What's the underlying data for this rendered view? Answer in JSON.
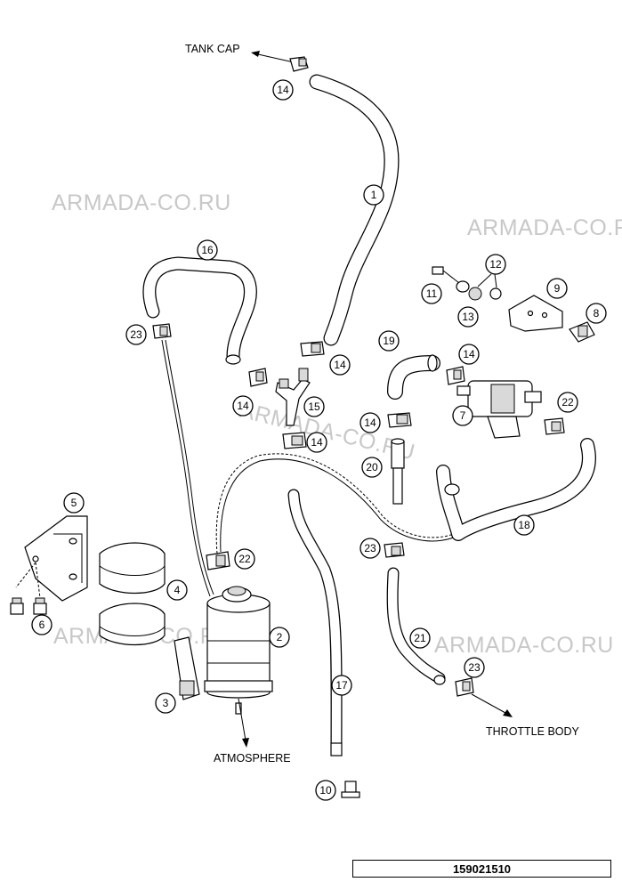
{
  "watermarks": [
    "ARMADA-CO.RU",
    "ARMADA-CO.RU",
    "ARMADA-CO.RU",
    "ARMADA-CO.RU",
    "ARMADA-CO.RU"
  ],
  "labels": {
    "tank_cap": "TANK CAP",
    "atmosphere": "ATMOSPHERE",
    "throttle_body": "THROTTLE BODY"
  },
  "callouts": [
    "14",
    "1",
    "16",
    "23",
    "11",
    "12",
    "9",
    "13",
    "8",
    "19",
    "14",
    "14",
    "15",
    "14",
    "7",
    "22",
    "14",
    "14",
    "20",
    "5",
    "22",
    "18",
    "23",
    "4",
    "2",
    "6",
    "21",
    "23",
    "3",
    "17",
    "10"
  ],
  "drawing_number": "159021510"
}
